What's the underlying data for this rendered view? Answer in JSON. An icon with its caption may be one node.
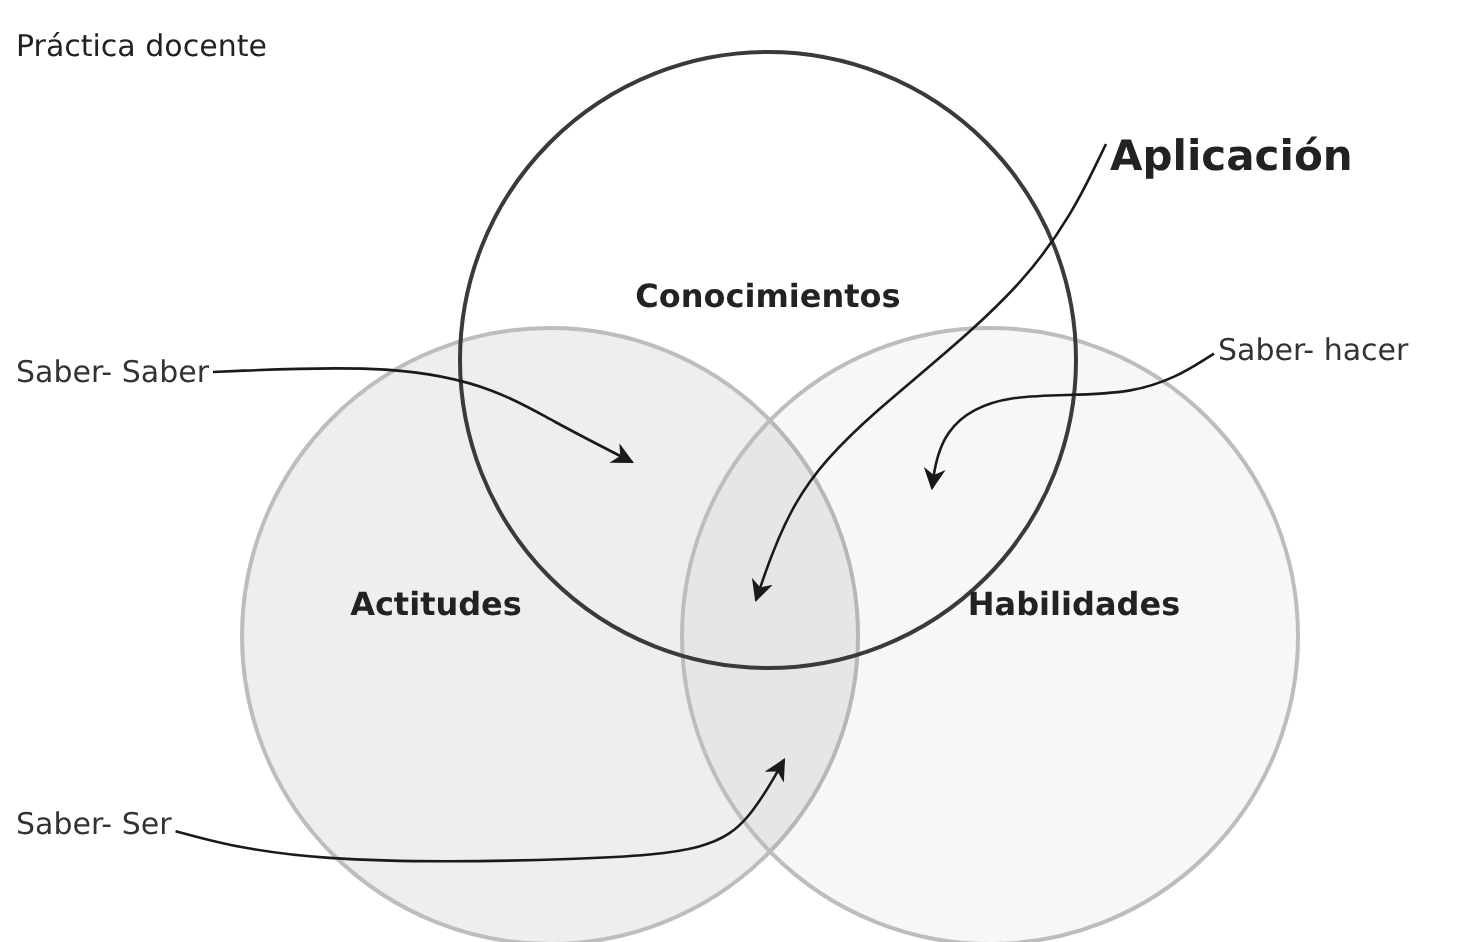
{
  "diagram": {
    "title": "Práctica docente",
    "nodes": [
      {
        "text": [
          "Conocimientos"
        ]
      },
      {
        "text": [
          "Actitudes"
        ]
      },
      {
        "text": [
          "Habilidades"
        ]
      },
      {
        "text": [
          "Saber- Saber"
        ]
      },
      {
        "text": [
          "Saber- hacer"
        ]
      },
      {
        "text": [
          "Aplicación"
        ]
      },
      {
        "text": [
          "Saber- Ser"
        ]
      }
    ],
    "edges": [
      {
        "from": 3,
        "to": 0,
        "arrow": "to"
      },
      {
        "from": 4,
        "to": 0,
        "arrow": "to"
      },
      {
        "from": 5,
        "to": 0,
        "arrow": "to"
      },
      {
        "from": 6,
        "to": 1,
        "arrow": "to"
      }
    ]
  }
}
